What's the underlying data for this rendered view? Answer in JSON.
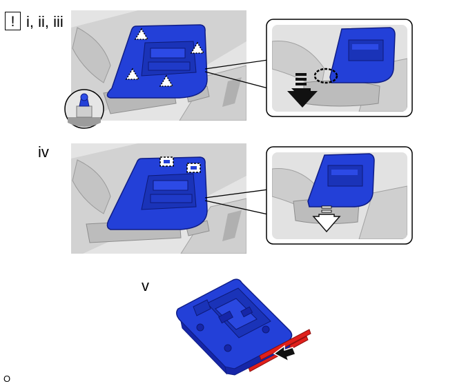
{
  "steps": {
    "warning_symbol": "!",
    "step1_label": "i, ii, iii",
    "step2_label": "iv",
    "step3_label": "v"
  },
  "footer": {
    "code": "O"
  },
  "colors": {
    "part_blue": "#2340d8",
    "part_blue_dark": "#1626a8",
    "ceiling_gray": "#d9d9d9",
    "ceiling_dark": "#a9a9a9",
    "release_red": "#e0201b",
    "arrow_black": "#111111"
  },
  "icons": {
    "clip_marker": "dotted-triangle-icon",
    "tab_marker": "dashed-rectangle-icon",
    "push_arrow": "solid-down-arrow-icon",
    "pull_arrow": "outline-down-arrow-icon",
    "slide_arrow": "solid-left-arrow-icon"
  }
}
